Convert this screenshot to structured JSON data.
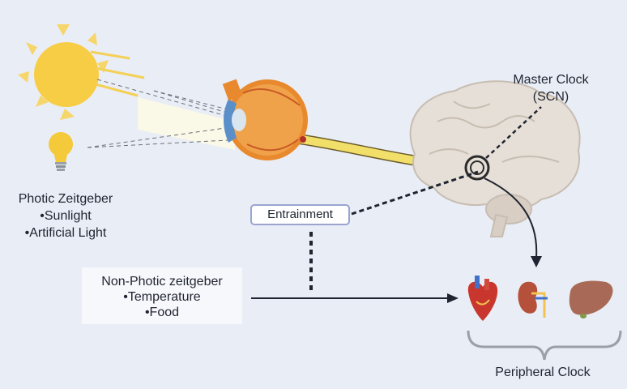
{
  "photic": {
    "title": "Photic Zeitgeber",
    "items": [
      "•Sunlight",
      "•Artificial Light"
    ]
  },
  "master_clock": {
    "line1": "Master Clock",
    "line2": "(SCN)"
  },
  "entrainment": "Entrainment",
  "non_photic": {
    "title": "Non-Photic zeitgeber",
    "items": [
      "•Temperature",
      "•Food"
    ]
  },
  "peripheral_clock": "Peripheral Clock",
  "icons": {
    "sun": "sun-icon",
    "bulb": "light-bulb-icon",
    "eye": "eye-icon",
    "brain": "brain-icon",
    "heart": "heart-icon",
    "kidney": "kidney-icon",
    "liver": "liver-icon"
  },
  "colors": {
    "background": "#e9edf6",
    "sun": "#f7cd45",
    "optic_nerve": "#f2df6a",
    "brain": "#e6dfd7",
    "eye": "#e8892d",
    "heart": "#c8362d",
    "kidney": "#b5503a",
    "liver": "#a86a56"
  }
}
